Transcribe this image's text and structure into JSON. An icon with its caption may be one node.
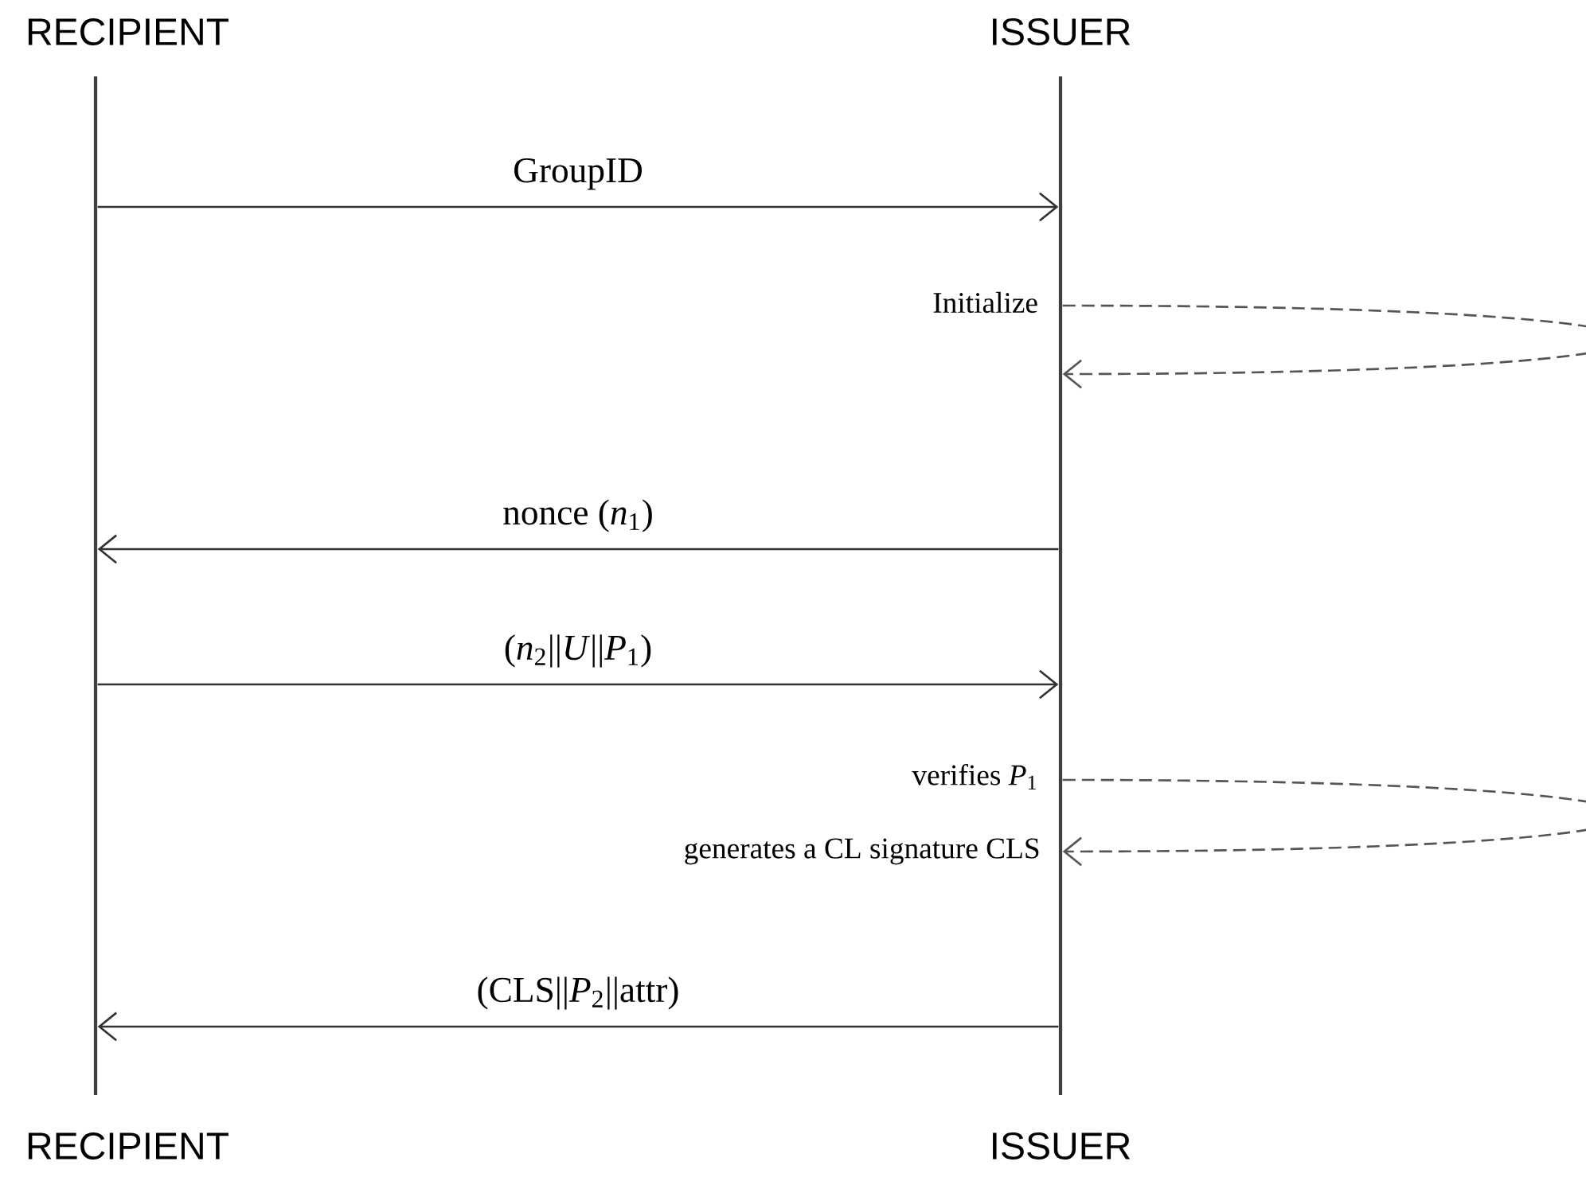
{
  "diagram": {
    "nodes": [
      {
        "text": [],
        "shape": "bar",
        "beside": [
          "RECIPIENT",
          "RECIPIENT"
        ]
      },
      {
        "text": [],
        "shape": "bar",
        "beside": [
          "ISSUER",
          "ISSUER"
        ]
      }
    ],
    "edges": [
      {
        "from": 0,
        "to": 1,
        "arrow": "to",
        "label": "GroupID"
      },
      {
        "from": 1,
        "to": 1,
        "arrow": "to",
        "label": "Initialize",
        "style": "dashed",
        "color": "#555555"
      },
      {
        "from": 1,
        "to": 0,
        "arrow": "to",
        "label": "nonce (*n*$_{1}$)"
      },
      {
        "from": 0,
        "to": 1,
        "arrow": "to",
        "label": "(*n*$_{2}$||*U*||*P*$_{1}$)"
      },
      {
        "from": 1,
        "to": 1,
        "arrow": "to",
        "label": "verifies *P*$_{1}$",
        "style": "dashed",
        "color": "#555555"
      },
      {
        "from": 1,
        "to": 0,
        "arrow": "to",
        "label": "(CLS||*P*$_{2}$||attr)"
      }
    ],
    "labels": [
      "generates a CL signature CLS"
    ]
  }
}
